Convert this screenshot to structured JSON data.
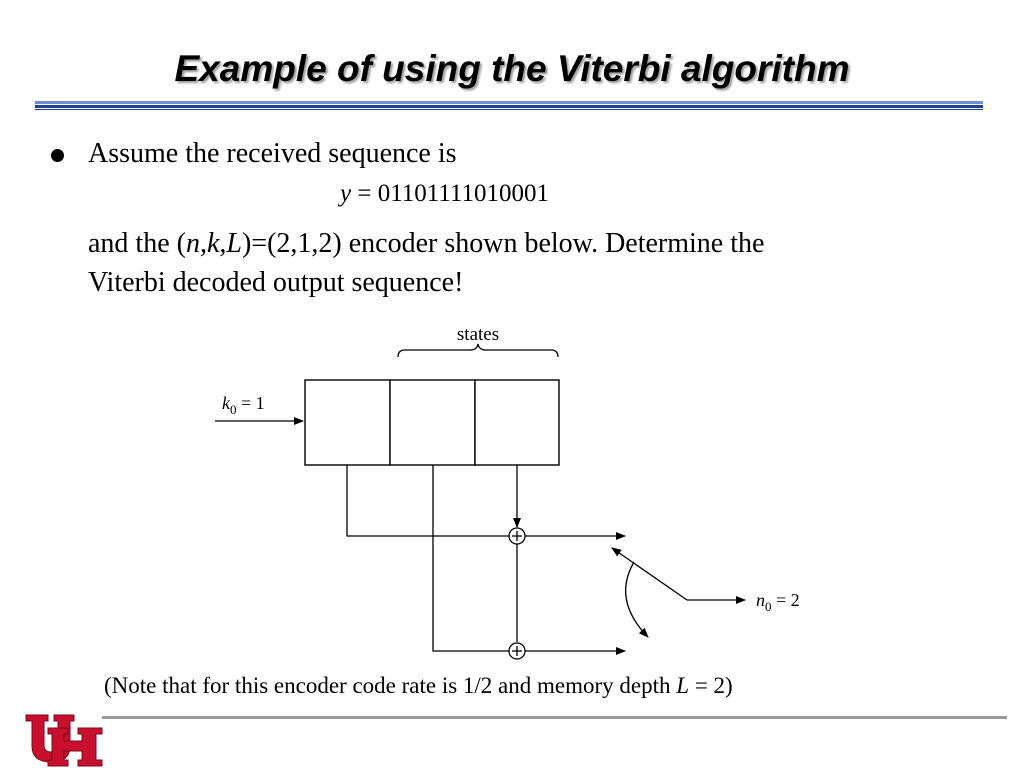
{
  "slide": {
    "title": "Example of using the Viterbi algorithm",
    "bullet": {
      "line1": "Assume the received sequence is",
      "equation_var": "y",
      "equation_eq": "=",
      "equation_value": "01101111010001",
      "line2_pre": "and the (",
      "line2_params": "n,k,L",
      "line2_post": ")=(2,1,2) encoder shown below. Determine the",
      "line3": "Viterbi decoded output sequence!"
    },
    "diagram": {
      "states_label": "states",
      "input_label_var": "k",
      "input_label_sub": "0",
      "input_label_rest": " = 1",
      "output_label_var": "n",
      "output_label_sub": "0",
      "output_label_rest": " = 2",
      "adder_symbol": "+"
    },
    "note": {
      "pre": "(Note that for this encoder code rate is 1/2 and memory depth ",
      "var": "L",
      "post": " = 2)"
    },
    "colors": {
      "title_rule_dark": "#1f3f8f",
      "title_rule_light": "#6f8fd0",
      "footer_rule": "#9a9a9a",
      "logo_red": "#c8102e"
    },
    "logo": {
      "name": "university-of-houston-logo"
    }
  }
}
